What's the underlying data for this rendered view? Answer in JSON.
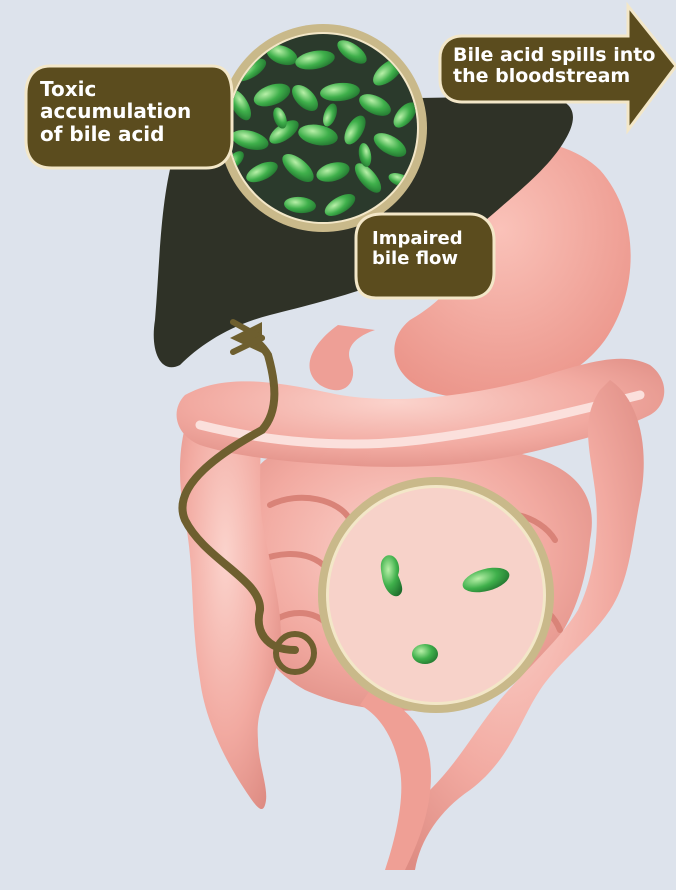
{
  "labels": {
    "toxic_line1": "Toxic",
    "toxic_line2": "accumulation",
    "toxic_line3": "of bile acid",
    "impaired_line1": "Impaired",
    "impaired_line2": "bile flow",
    "spill_line1": "Bile acid spills into",
    "spill_line2": "the bloodstream"
  },
  "colors": {
    "background": "#dde3ec",
    "liver": "#2f3227",
    "callout_fill": "#5b4c1e",
    "callout_border": "#f3e7c8",
    "ring": "#c9b98a",
    "flow_arrow": "#6e5f2f",
    "intestine": "#f3b3ab",
    "bile_green": "#3aa648"
  }
}
